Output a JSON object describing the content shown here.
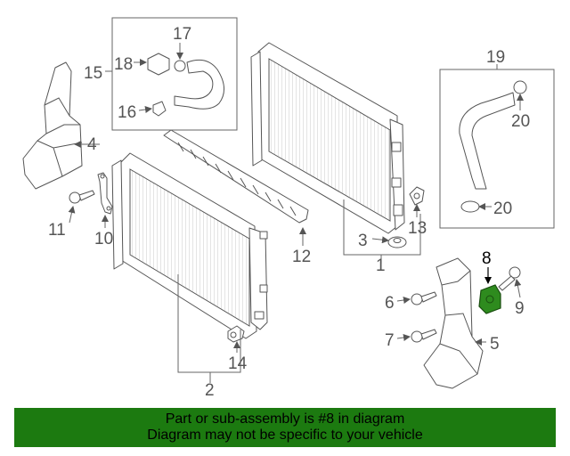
{
  "callouts": {
    "c1": "1",
    "c2": "2",
    "c3": "3",
    "c4": "4",
    "c5": "5",
    "c6": "6",
    "c7": "7",
    "c8": "8",
    "c9": "9",
    "c10": "10",
    "c11": "11",
    "c12": "12",
    "c13": "13",
    "c14": "14",
    "c15": "15",
    "c16": "16",
    "c17": "17",
    "c18": "18",
    "c19": "19",
    "c20a": "20",
    "c20b": "20"
  },
  "highlight": {
    "part_number": "8",
    "color": "#2e8b1e"
  },
  "banner": {
    "line1": "Part or sub-assembly is #8 in diagram",
    "line2": "Diagram may not be specific to your vehicle",
    "background_color": "#1c7a10"
  }
}
